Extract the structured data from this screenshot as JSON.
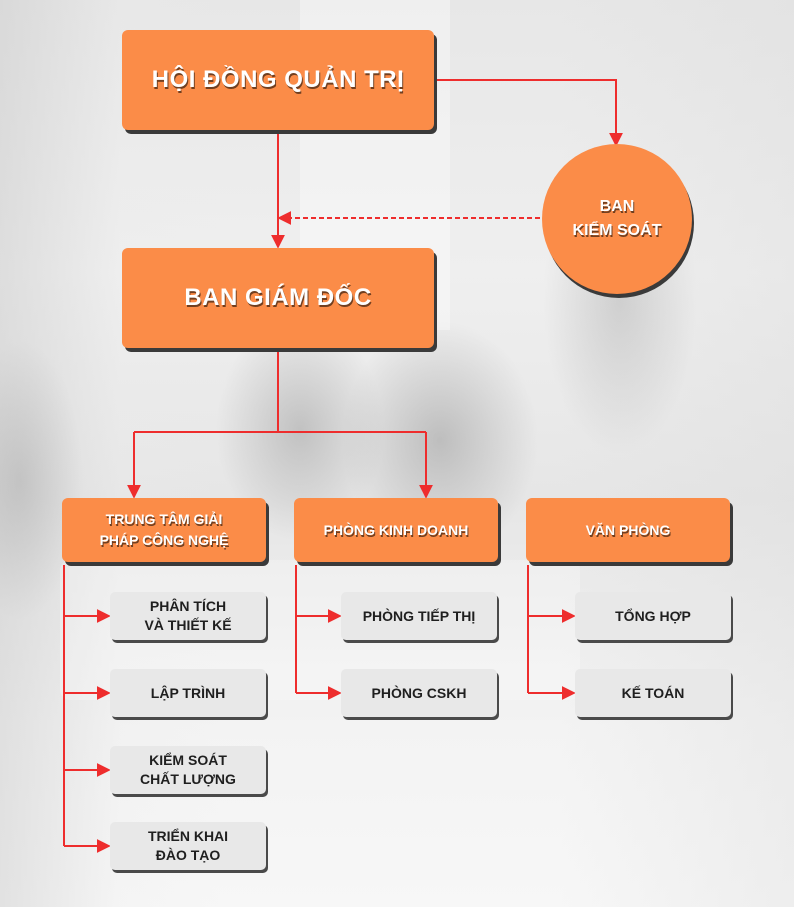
{
  "colors": {
    "box_orange": "#fb8c48",
    "box_grey": "#e8e8e8",
    "connector_red": "#ee2d2d",
    "shadow": "#3a3a3a"
  },
  "top": {
    "board": "HỘI ĐỒNG QUẢN TRỊ",
    "supervisory": "BAN\nKIỂM SOÁT",
    "directors": "BAN GIÁM ĐỐC"
  },
  "departments": {
    "tech_center": {
      "label": "TRUNG TÂM GIẢI\nPHÁP CÔNG NGHỆ",
      "children": [
        "PHÂN TÍCH\nVÀ THIẾT KẾ",
        "LẬP TRÌNH",
        "KIỂM SOÁT\nCHẤT LƯỢNG",
        "TRIỂN KHAI\nĐÀO TẠO"
      ]
    },
    "sales": {
      "label": "PHÒNG KINH DOANH",
      "children": [
        "PHÒNG TIẾP THỊ",
        "PHÒNG CSKH"
      ]
    },
    "office": {
      "label": "VĂN PHÒNG",
      "children": [
        "TỔNG HỢP",
        "KẾ TOÁN"
      ]
    }
  }
}
